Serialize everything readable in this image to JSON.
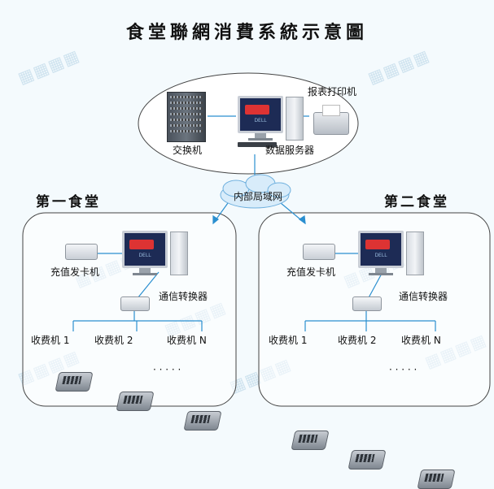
{
  "title": "食堂聯網消費系統示意圖",
  "center": {
    "switch_label": "交换机",
    "server_label": "数据服务器",
    "printer_label": "报表打印机",
    "network_label": "内部局域网"
  },
  "canteens": [
    {
      "name": "第一食堂",
      "card_issuer_label": "充值发卡机",
      "converter_label": "通信转换器",
      "terminals": [
        "收费机 1",
        "收费机 2",
        "收费机 N"
      ],
      "ellipsis": "· · · · ·"
    },
    {
      "name": "第二食堂",
      "card_issuer_label": "充值发卡机",
      "converter_label": "通信转换器",
      "terminals": [
        "收费机 1",
        "收费机 2",
        "收费机 N"
      ],
      "ellipsis": "· · · · ·"
    }
  ],
  "colors": {
    "line": "#2a8fd0",
    "box_border": "#444444",
    "background": "#f4fafd"
  }
}
